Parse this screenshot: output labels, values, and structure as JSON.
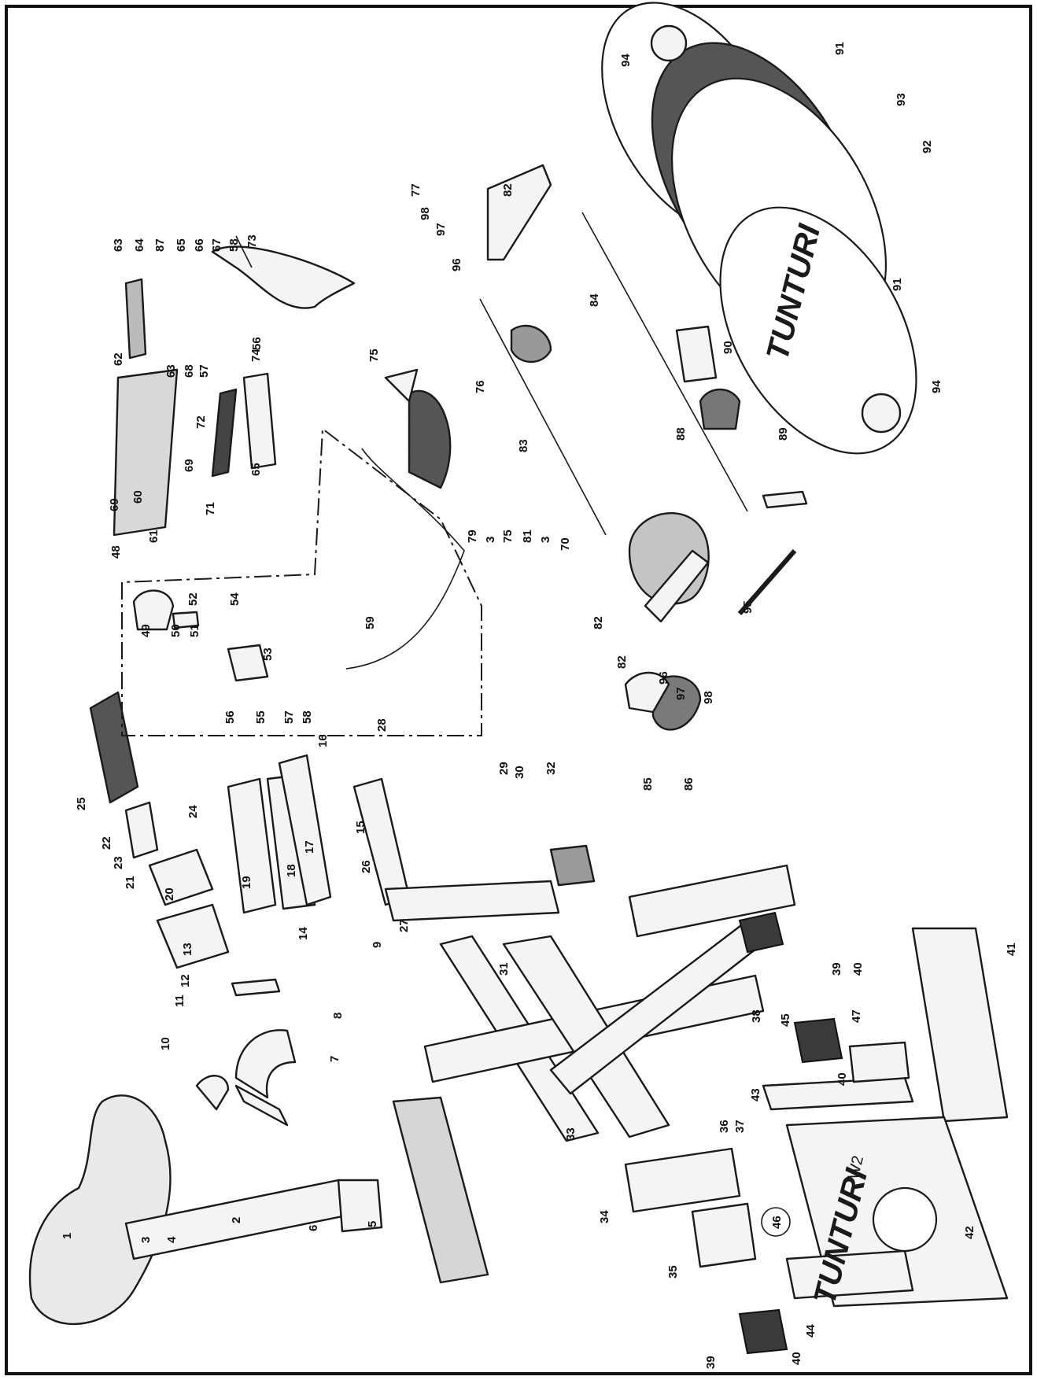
{
  "brand_logo_text": "TUNTURI",
  "model_text": "W2",
  "callouts": [
    "1",
    "2",
    "3",
    "4",
    "5",
    "6",
    "7",
    "8",
    "9",
    "10",
    "11",
    "12",
    "13",
    "14",
    "15",
    "16",
    "17",
    "18",
    "19",
    "20",
    "21",
    "22",
    "23",
    "24",
    "25",
    "26",
    "27",
    "28",
    "29",
    "30",
    "31",
    "32",
    "33",
    "34",
    "35",
    "36",
    "37",
    "38",
    "39",
    "40",
    "41",
    "42",
    "43",
    "44",
    "45",
    "46",
    "47",
    "48",
    "49",
    "50",
    "51",
    "52",
    "53",
    "54",
    "55",
    "56",
    "57",
    "58",
    "59",
    "60",
    "61",
    "62",
    "63",
    "64",
    "65",
    "66",
    "67",
    "68",
    "69",
    "70",
    "71",
    "72",
    "73",
    "74",
    "75",
    "76",
    "77",
    "79",
    "81",
    "82",
    "83",
    "84",
    "85",
    "86",
    "87",
    "88",
    "89",
    "90",
    "91",
    "92",
    "93",
    "94",
    "95",
    "96",
    "97",
    "98"
  ],
  "colors": {
    "ink": "#1a1a1a",
    "paper": "#ffffff"
  }
}
